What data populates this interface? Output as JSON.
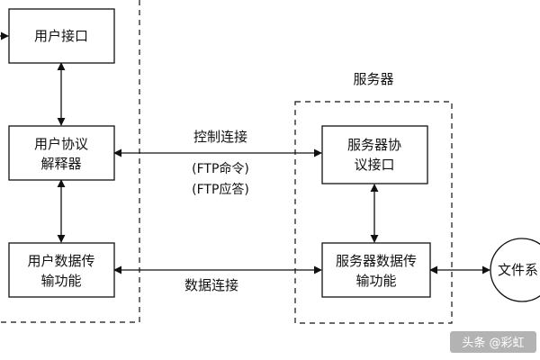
{
  "client": {
    "user_interface": "用户接口",
    "pi_line1": "用户协议",
    "pi_line2": "解释器",
    "dtp_line1": "用户数据传",
    "dtp_line2": "输功能"
  },
  "server": {
    "title": "服务器",
    "pi_line1": "服务器协",
    "pi_line2": "议接口",
    "dtp_line1": "服务器数据传",
    "dtp_line2": "输功能"
  },
  "filesystem": "文件系",
  "connections": {
    "control": "控制连接",
    "ftp_command": "(FTP命令)",
    "ftp_reply": "(FTP应答)",
    "data": "数据连接"
  },
  "watermark": "头条 @彩虹"
}
